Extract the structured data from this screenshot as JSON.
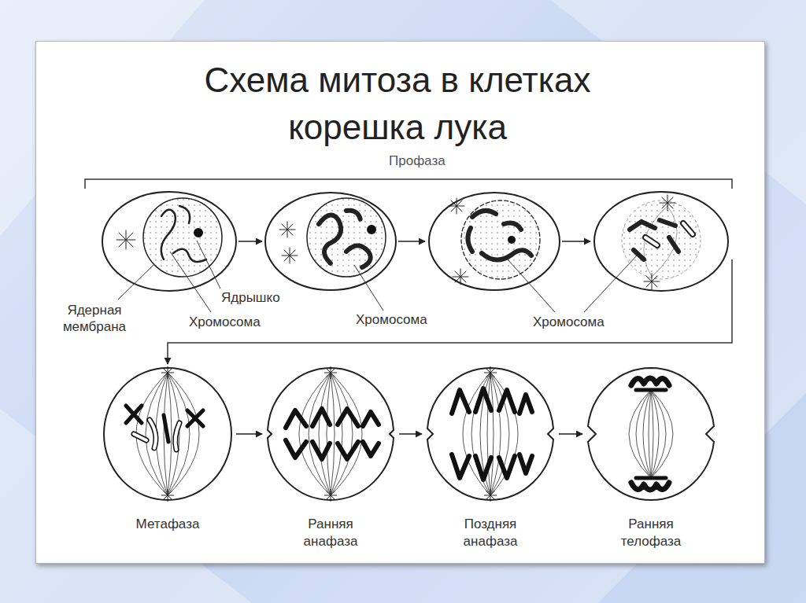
{
  "diagram": {
    "title": "Схема митоза в клетках корешка лука",
    "nodes": [
      {
        "text": [
          "Метафаза"
        ]
      },
      {
        "text": [
          "Ранняя анафаза"
        ]
      },
      {
        "text": [
          "Поздняя анафаза"
        ]
      },
      {
        "text": [
          "Ранняя телофаза"
        ]
      }
    ],
    "edges": [
      {
        "from": 0,
        "to": 1,
        "arrow": "to"
      },
      {
        "from": 1,
        "to": 2,
        "arrow": "to"
      },
      {
        "from": 2,
        "to": 3,
        "arrow": "to"
      }
    ],
    "labels": [
      "Профаза",
      "Ядерная мембрана",
      "Ядрышко",
      "Хромосома",
      "Хромосома",
      "Хромосома"
    ]
  }
}
